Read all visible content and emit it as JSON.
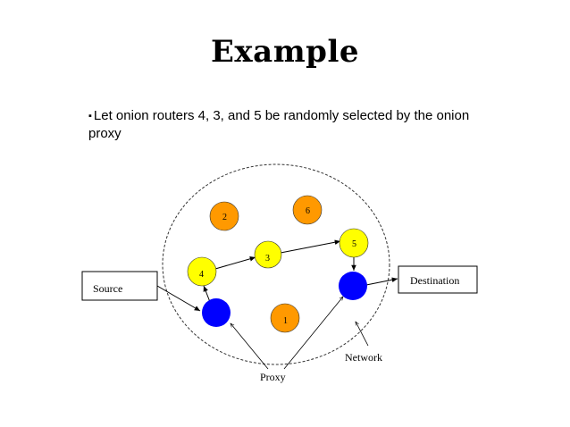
{
  "slide": {
    "title": "Example",
    "bullet_marker": "▪",
    "bullet_text": "Let onion routers  4, 3, and 5 be randomly selected by the onion proxy"
  },
  "diagram": {
    "source_label": "Source",
    "destination_label": "Destination",
    "network_label": "Network",
    "proxy_label": "Proxy",
    "routers": {
      "r1": "1",
      "r2": "2",
      "r3": "3",
      "r4": "4",
      "r5": "5",
      "r6": "6"
    }
  },
  "colors": {
    "selected_router": "#ffff00",
    "unselected_router": "#ff9900",
    "proxy_node": "#0000ff"
  }
}
